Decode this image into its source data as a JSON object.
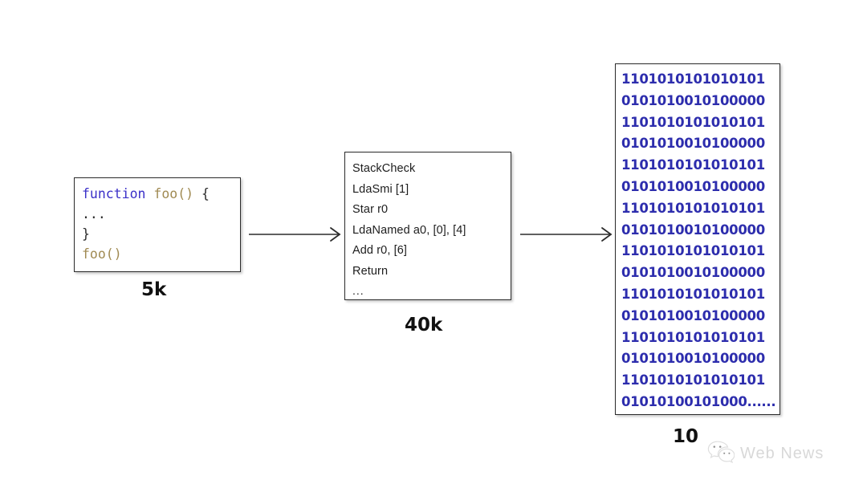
{
  "background_color": "#ffffff",
  "colors": {
    "keyword": "#3b30c8",
    "function_name": "#a08a52",
    "punctuation": "#2b2b2b",
    "binary_text": "#2d2dad",
    "box_border": "#2b2b2b",
    "caption": "#111111",
    "watermark": "#b9b9b9"
  },
  "source_panel": {
    "name": "JavaScript source",
    "lines": [
      {
        "keyword": "function",
        "space": " ",
        "fn": "foo()",
        "punc": " {"
      },
      {
        "plain": "..."
      },
      {
        "punc": "}"
      },
      {
        "fn": "foo()"
      }
    ],
    "caption": "5k"
  },
  "bytecode_panel": {
    "name": "V8 Ignition bytecode",
    "lines": [
      "StackCheck",
      "LdaSmi [1]",
      "Star r0",
      "LdaNamed a0, [0], [4]",
      "Add r0, [6]",
      "Return",
      "..."
    ],
    "caption": "40k"
  },
  "binary_panel": {
    "name": "machine code",
    "lines": [
      "1101010101010101",
      "0101010010100000",
      "1101010101010101",
      "0101010010100000",
      "1101010101010101",
      "0101010010100000",
      "1101010101010101",
      "0101010010100000",
      "1101010101010101",
      "0101010010100000",
      "1101010101010101",
      "0101010010100000",
      "1101010101010101",
      "0101010010100000",
      "1101010101010101",
      "01010100101000......"
    ],
    "caption": "10"
  },
  "arrows": [
    {
      "name": "arrow-source-to-bytecode"
    },
    {
      "name": "arrow-bytecode-to-binary"
    }
  ],
  "watermark": {
    "label": "Web News"
  }
}
